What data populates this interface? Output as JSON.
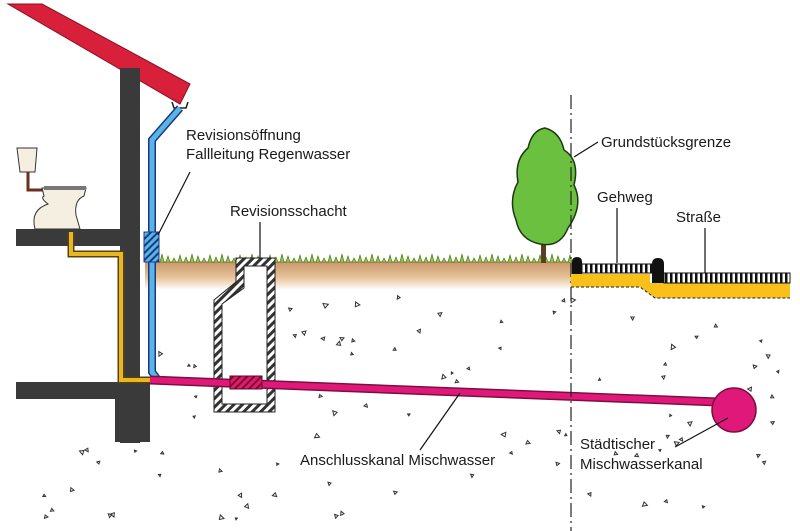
{
  "labels": {
    "revision_opening_line1": "Revisionsöffnung",
    "revision_opening_line2": "Fallleitung Regenwasser",
    "inspection_shaft": "Revisionsschacht",
    "property_boundary": "Grundstücksgrenze",
    "sidewalk": "Gehweg",
    "street": "Straße",
    "connection_sewer": "Anschlusskanal Mischwasser",
    "municipal_sewer_line1": "Städtischer",
    "municipal_sewer_line2": "Mischwasserkanal"
  },
  "colors": {
    "roof": "#d8203a",
    "wall": "#3a3a3a",
    "downpipe": "#5ab4e8",
    "waste_pipe": "#e8b820",
    "combined_sewer": "#e0187a",
    "soil": "#c9986a",
    "grass": "#8cc83c",
    "tree": "#6cc040",
    "road_base": "#f8c018"
  }
}
